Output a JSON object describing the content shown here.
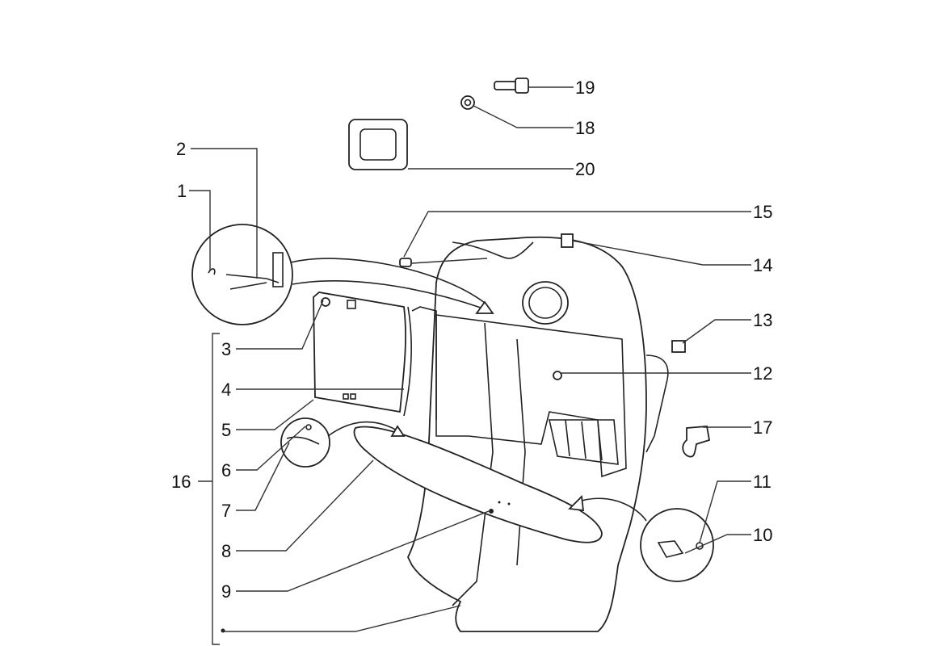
{
  "diagram": {
    "type": "exploded parts diagram",
    "callouts": [
      {
        "id": "1",
        "label": "1"
      },
      {
        "id": "2",
        "label": "2"
      },
      {
        "id": "3",
        "label": "3"
      },
      {
        "id": "4",
        "label": "4"
      },
      {
        "id": "5",
        "label": "5"
      },
      {
        "id": "6",
        "label": "6"
      },
      {
        "id": "7",
        "label": "7"
      },
      {
        "id": "8",
        "label": "8"
      },
      {
        "id": "9",
        "label": "9"
      },
      {
        "id": "10",
        "label": "10"
      },
      {
        "id": "11",
        "label": "11"
      },
      {
        "id": "12",
        "label": "12"
      },
      {
        "id": "13",
        "label": "13"
      },
      {
        "id": "14",
        "label": "14"
      },
      {
        "id": "15",
        "label": "15"
      },
      {
        "id": "16",
        "label": "16"
      },
      {
        "id": "17",
        "label": "17"
      },
      {
        "id": "18",
        "label": "18"
      },
      {
        "id": "19",
        "label": "19"
      },
      {
        "id": "20",
        "label": "20"
      }
    ]
  }
}
